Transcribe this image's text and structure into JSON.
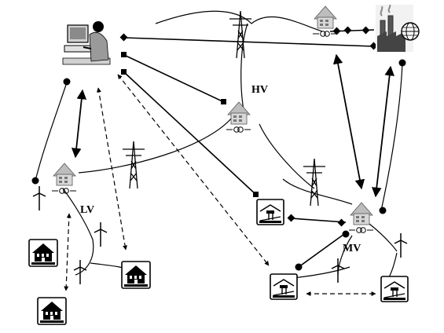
{
  "labels": {
    "hv": "HV",
    "lv": "LV",
    "mv": "MV"
  },
  "icons": [
    "operator-computer-icon",
    "power-plant-icon",
    "globe-icon",
    "transformer-substation-icon",
    "transmission-tower-icon",
    "wind-turbine-icon",
    "house-icon",
    "industrial-load-icon",
    "switch-device-icon"
  ],
  "colors": {
    "line": "#000000",
    "background": "#ffffff"
  }
}
